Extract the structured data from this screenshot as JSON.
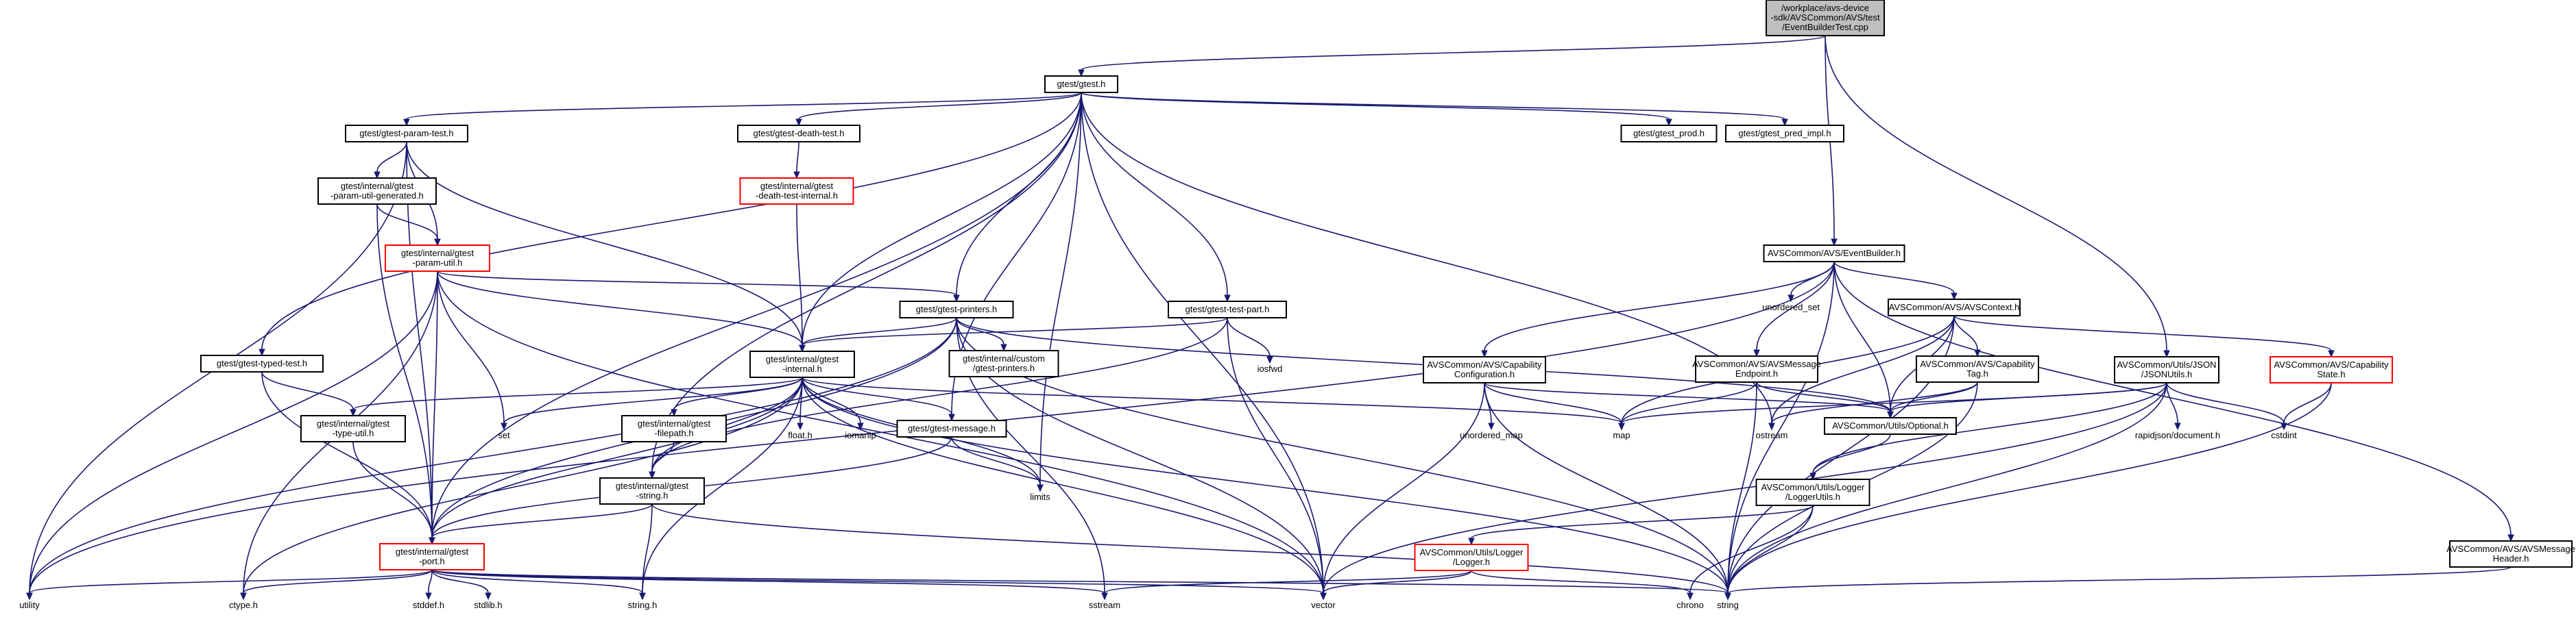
{
  "colors": {
    "edge": "#191970",
    "box_border": "#000000",
    "box_fill": "#ffffff",
    "root_fill": "#bfbfbf",
    "truncated_border": "#ff0000",
    "plain_text": "#000000"
  },
  "nodes": [
    {
      "id": "root",
      "kind": "root",
      "lines": [
        "/workplace/avs-device",
        "-sdk/AVSCommon/AVS/test",
        "/EventBuilderTest.cpp"
      ]
    },
    {
      "id": "gtest_h",
      "kind": "box",
      "lines": [
        "gtest/gtest.h"
      ]
    },
    {
      "id": "eventbuilder_h",
      "kind": "box",
      "lines": [
        "AVSCommon/AVS/EventBuilder.h"
      ]
    },
    {
      "id": "param_test",
      "kind": "box",
      "lines": [
        "gtest/gtest-param-test.h"
      ]
    },
    {
      "id": "death_test",
      "kind": "box",
      "lines": [
        "gtest/gtest-death-test.h"
      ]
    },
    {
      "id": "gtest_prod",
      "kind": "box",
      "lines": [
        "gtest/gtest_prod.h"
      ]
    },
    {
      "id": "gtest_pred_impl",
      "kind": "box",
      "lines": [
        "gtest/gtest_pred_impl.h"
      ]
    },
    {
      "id": "death_test_internal",
      "kind": "trunc",
      "lines": [
        "gtest/internal/gtest",
        "-death-test-internal.h"
      ]
    },
    {
      "id": "param_util_generated",
      "kind": "box",
      "lines": [
        "gtest/internal/gtest",
        "-param-util-generated.h"
      ]
    },
    {
      "id": "param_util",
      "kind": "trunc",
      "lines": [
        "gtest/internal/gtest",
        "-param-util.h"
      ]
    },
    {
      "id": "printers",
      "kind": "box",
      "lines": [
        "gtest/gtest-printers.h"
      ]
    },
    {
      "id": "test_part",
      "kind": "box",
      "lines": [
        "gtest/gtest-test-part.h"
      ]
    },
    {
      "id": "typed_test",
      "kind": "box",
      "lines": [
        "gtest/gtest-typed-test.h"
      ]
    },
    {
      "id": "gtest_internal",
      "kind": "box",
      "lines": [
        "gtest/internal/gtest",
        "-internal.h"
      ]
    },
    {
      "id": "custom_printers",
      "kind": "box",
      "lines": [
        "gtest/internal/custom",
        "/gtest-printers.h"
      ]
    },
    {
      "id": "type_util",
      "kind": "box",
      "lines": [
        "gtest/internal/gtest",
        "-type-util.h"
      ]
    },
    {
      "id": "filepath",
      "kind": "box",
      "lines": [
        "gtest/internal/gtest",
        "-filepath.h"
      ]
    },
    {
      "id": "message",
      "kind": "box",
      "lines": [
        "gtest/gtest-message.h"
      ]
    },
    {
      "id": "gtest_string",
      "kind": "box",
      "lines": [
        "gtest/internal/gtest",
        "-string.h"
      ]
    },
    {
      "id": "gtest_port",
      "kind": "trunc",
      "lines": [
        "gtest/internal/gtest",
        "-port.h"
      ]
    },
    {
      "id": "capability_config",
      "kind": "box",
      "lines": [
        "AVSCommon/AVS/Capability",
        "Configuration.h"
      ]
    },
    {
      "id": "avscontext",
      "kind": "box",
      "lines": [
        "AVSCommon/AVS/AVSContext.h"
      ]
    },
    {
      "id": "avsmessage_endpoint",
      "kind": "box",
      "lines": [
        "AVSCommon/AVS/AVSMessage",
        "Endpoint.h"
      ]
    },
    {
      "id": "capability_tag",
      "kind": "box",
      "lines": [
        "AVSCommon/AVS/Capability",
        "Tag.h"
      ]
    },
    {
      "id": "jsonutils",
      "kind": "box",
      "lines": [
        "AVSCommon/Utils/JSON",
        "/JSONUtils.h"
      ]
    },
    {
      "id": "capability_state",
      "kind": "trunc",
      "lines": [
        "AVSCommon/AVS/Capability",
        "State.h"
      ]
    },
    {
      "id": "optional",
      "kind": "box",
      "lines": [
        "AVSCommon/Utils/Optional.h"
      ]
    },
    {
      "id": "loggerutils",
      "kind": "box",
      "lines": [
        "AVSCommon/Utils/Logger",
        "/LoggerUtils.h"
      ]
    },
    {
      "id": "logger",
      "kind": "trunc",
      "lines": [
        "AVSCommon/Utils/Logger",
        "/Logger.h"
      ]
    },
    {
      "id": "avsmessage_header",
      "kind": "box",
      "lines": [
        "AVSCommon/AVS/AVSMessage",
        "Header.h"
      ]
    },
    {
      "id": "utility",
      "kind": "plain",
      "lines": [
        "utility"
      ]
    },
    {
      "id": "ctype",
      "kind": "plain",
      "lines": [
        "ctype.h"
      ]
    },
    {
      "id": "stddef",
      "kind": "plain",
      "lines": [
        "stddef.h"
      ]
    },
    {
      "id": "stdlib",
      "kind": "plain",
      "lines": [
        "stdlib.h"
      ]
    },
    {
      "id": "string_h",
      "kind": "plain",
      "lines": [
        "string.h"
      ]
    },
    {
      "id": "sstream",
      "kind": "plain",
      "lines": [
        "sstream"
      ]
    },
    {
      "id": "vector",
      "kind": "plain",
      "lines": [
        "vector"
      ]
    },
    {
      "id": "string",
      "kind": "plain",
      "lines": [
        "string"
      ]
    },
    {
      "id": "chrono",
      "kind": "plain",
      "lines": [
        "chrono"
      ]
    },
    {
      "id": "set",
      "kind": "plain",
      "lines": [
        "set"
      ]
    },
    {
      "id": "float_h",
      "kind": "plain",
      "lines": [
        "float.h"
      ]
    },
    {
      "id": "iomanip",
      "kind": "plain",
      "lines": [
        "iomanip"
      ]
    },
    {
      "id": "limits",
      "kind": "plain",
      "lines": [
        "limits"
      ]
    },
    {
      "id": "map",
      "kind": "plain",
      "lines": [
        "map"
      ]
    },
    {
      "id": "ostream",
      "kind": "plain",
      "lines": [
        "ostream"
      ]
    },
    {
      "id": "iosfwd",
      "kind": "plain",
      "lines": [
        "iosfwd"
      ]
    },
    {
      "id": "unordered_set",
      "kind": "plain",
      "lines": [
        "unordered_set"
      ]
    },
    {
      "id": "unordered_map",
      "kind": "plain",
      "lines": [
        "unordered_map"
      ]
    },
    {
      "id": "rapidjson_document",
      "kind": "plain",
      "lines": [
        "rapidjson/document.h"
      ]
    },
    {
      "id": "cstdint",
      "kind": "plain",
      "lines": [
        "cstdint"
      ]
    }
  ],
  "edges": [
    [
      "root",
      "gtest_h"
    ],
    [
      "root",
      "eventbuilder_h"
    ],
    [
      "root",
      "jsonutils"
    ],
    [
      "gtest_h",
      "param_test"
    ],
    [
      "gtest_h",
      "death_test"
    ],
    [
      "gtest_h",
      "gtest_prod"
    ],
    [
      "gtest_h",
      "gtest_pred_impl"
    ],
    [
      "gtest_h",
      "printers"
    ],
    [
      "gtest_h",
      "test_part"
    ],
    [
      "gtest_h",
      "typed_test"
    ],
    [
      "gtest_h",
      "gtest_internal"
    ],
    [
      "gtest_h",
      "message"
    ],
    [
      "gtest_h",
      "gtest_string"
    ],
    [
      "gtest_h",
      "vector"
    ],
    [
      "gtest_h",
      "limits"
    ],
    [
      "gtest_h",
      "ostream"
    ],
    [
      "gtest_h",
      "gtest_port"
    ],
    [
      "death_test",
      "death_test_internal"
    ],
    [
      "death_test_internal",
      "gtest_internal"
    ],
    [
      "param_test",
      "param_util_generated"
    ],
    [
      "param_test",
      "param_util"
    ],
    [
      "param_test",
      "utility"
    ],
    [
      "param_test",
      "gtest_port"
    ],
    [
      "param_test",
      "gtest_internal"
    ],
    [
      "param_util_generated",
      "param_util"
    ],
    [
      "param_util_generated",
      "gtest_port"
    ],
    [
      "param_util",
      "printers"
    ],
    [
      "param_util",
      "gtest_internal"
    ],
    [
      "param_util",
      "set"
    ],
    [
      "param_util",
      "utility"
    ],
    [
      "param_util",
      "vector"
    ],
    [
      "param_util",
      "ctype"
    ],
    [
      "param_util",
      "gtest_port"
    ],
    [
      "printers",
      "gtest_internal"
    ],
    [
      "printers",
      "custom_printers"
    ],
    [
      "printers",
      "gtest_port"
    ],
    [
      "printers",
      "utility"
    ],
    [
      "printers",
      "sstream"
    ],
    [
      "printers",
      "vector"
    ],
    [
      "printers",
      "string"
    ],
    [
      "printers",
      "optional"
    ],
    [
      "test_part",
      "gtest_internal"
    ],
    [
      "test_part",
      "gtest_string"
    ],
    [
      "test_part",
      "iosfwd"
    ],
    [
      "test_part",
      "vector"
    ],
    [
      "typed_test",
      "type_util"
    ],
    [
      "typed_test",
      "gtest_port"
    ],
    [
      "gtest_internal",
      "type_util"
    ],
    [
      "gtest_internal",
      "filepath"
    ],
    [
      "gtest_internal",
      "message"
    ],
    [
      "gtest_internal",
      "gtest_string"
    ],
    [
      "gtest_internal",
      "gtest_port"
    ],
    [
      "gtest_internal",
      "set"
    ],
    [
      "gtest_internal",
      "float_h"
    ],
    [
      "gtest_internal",
      "iomanip"
    ],
    [
      "gtest_internal",
      "limits"
    ],
    [
      "gtest_internal",
      "map"
    ],
    [
      "gtest_internal",
      "vector"
    ],
    [
      "gtest_internal",
      "string"
    ],
    [
      "gtest_internal",
      "string_h"
    ],
    [
      "gtest_internal",
      "ctype"
    ],
    [
      "type_util",
      "gtest_port"
    ],
    [
      "filepath",
      "gtest_string"
    ],
    [
      "message",
      "limits"
    ],
    [
      "message",
      "gtest_port"
    ],
    [
      "gtest_string",
      "gtest_port"
    ],
    [
      "gtest_string",
      "string_h"
    ],
    [
      "gtest_string",
      "string"
    ],
    [
      "gtest_port",
      "utility"
    ],
    [
      "gtest_port",
      "ctype"
    ],
    [
      "gtest_port",
      "stddef"
    ],
    [
      "gtest_port",
      "stdlib"
    ],
    [
      "gtest_port",
      "string_h"
    ],
    [
      "gtest_port",
      "sstream"
    ],
    [
      "gtest_port",
      "vector"
    ],
    [
      "gtest_port",
      "string"
    ],
    [
      "eventbuilder_h",
      "capability_config"
    ],
    [
      "eventbuilder_h",
      "avscontext"
    ],
    [
      "eventbuilder_h",
      "avsmessage_endpoint"
    ],
    [
      "eventbuilder_h",
      "unordered_set"
    ],
    [
      "eventbuilder_h",
      "optional"
    ],
    [
      "eventbuilder_h",
      "avsmessage_header"
    ],
    [
      "eventbuilder_h",
      "string"
    ],
    [
      "eventbuilder_h",
      "utility"
    ],
    [
      "capability_config",
      "unordered_map"
    ],
    [
      "capability_config",
      "map"
    ],
    [
      "capability_config",
      "string"
    ],
    [
      "capability_config",
      "vector"
    ],
    [
      "capability_config",
      "optional"
    ],
    [
      "avscontext",
      "capability_tag"
    ],
    [
      "avscontext",
      "capability_state"
    ],
    [
      "avscontext",
      "map"
    ],
    [
      "avscontext",
      "optional"
    ],
    [
      "avscontext",
      "ostream"
    ],
    [
      "avscontext",
      "string"
    ],
    [
      "avsmessage_endpoint",
      "map"
    ],
    [
      "avsmessage_endpoint",
      "optional"
    ],
    [
      "avsmessage_endpoint",
      "string"
    ],
    [
      "capability_tag",
      "ostream"
    ],
    [
      "capability_tag",
      "optional"
    ],
    [
      "capability_tag",
      "string"
    ],
    [
      "jsonutils",
      "map"
    ],
    [
      "jsonutils",
      "rapidjson_document"
    ],
    [
      "jsonutils",
      "cstdint"
    ],
    [
      "jsonutils",
      "loggerutils"
    ],
    [
      "jsonutils",
      "optional"
    ],
    [
      "jsonutils",
      "string"
    ],
    [
      "jsonutils",
      "vector"
    ],
    [
      "capability_state",
      "cstdint"
    ],
    [
      "capability_state",
      "string"
    ],
    [
      "optional",
      "loggerutils"
    ],
    [
      "loggerutils",
      "logger"
    ],
    [
      "loggerutils",
      "chrono"
    ],
    [
      "loggerutils",
      "string"
    ],
    [
      "logger",
      "sstream"
    ],
    [
      "logger",
      "vector"
    ],
    [
      "logger",
      "chrono"
    ],
    [
      "avsmessage_header",
      "string"
    ]
  ]
}
